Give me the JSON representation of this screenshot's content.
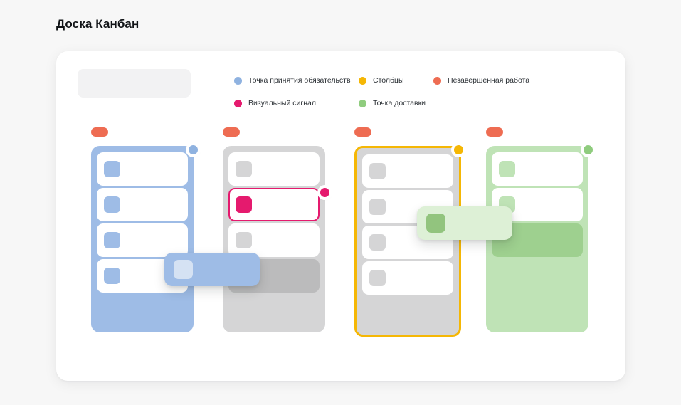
{
  "page": {
    "title": "Доска Канбан",
    "background": "#f7f7f7"
  },
  "panel": {
    "background": "#ffffff",
    "toolbar_placeholder": {
      "name": "toolbar-placeholder",
      "color": "#f2f2f3"
    }
  },
  "legend": {
    "rows": [
      [
        {
          "label": "Точка принятия обязательств",
          "color": "#8fb2e0"
        },
        {
          "label": "Столбцы",
          "color": "#f5b705"
        },
        {
          "label": "Незавершенная работа",
          "color": "#ee6c52"
        }
      ],
      [
        {
          "label": "Визуальный сигнал",
          "color": "#e51a6e"
        },
        {
          "label": "Точка доставки",
          "color": "#8fcc7e"
        }
      ]
    ]
  },
  "board": {
    "columns": [
      {
        "name": "column-commitment",
        "body_color": "#9ebce6",
        "badge_color": "#8fb2e0",
        "header_pill_color": "#ee6c52",
        "cards": [
          {
            "chip_color": "#9ebce6"
          },
          {
            "chip_color": "#9ebce6"
          },
          {
            "chip_color": "#9ebce6"
          },
          {
            "chip_color": "#9ebce6"
          }
        ]
      },
      {
        "name": "column-visual-signal",
        "body_color": "#d5d5d6",
        "badge_color": "#e51a6e",
        "header_pill_color": "#ee6c52",
        "cards": [
          {
            "chip_color": "#d5d5d6"
          },
          {
            "chip_color": "#e51a6e",
            "highlight": "#e51a6e"
          },
          {
            "chip_color": "#d5d5d6"
          }
        ],
        "block_color": "#bbbbbc"
      },
      {
        "name": "column-columns",
        "body_color": "#d5d5d6",
        "border_color": "#f5b705",
        "badge_color": "#f5b705",
        "header_pill_color": "#ee6c52",
        "cards": [
          {
            "chip_color": "#d5d5d6"
          },
          {
            "chip_color": "#d5d5d6"
          },
          {
            "chip_color": "#d5d5d6"
          },
          {
            "chip_color": "#d5d5d6"
          }
        ]
      },
      {
        "name": "column-delivery",
        "body_color": "#bfe3b6",
        "badge_color": "#8fcc7e",
        "header_pill_color": "#ee6c52",
        "cards": [
          {
            "chip_color": "#bfe3b6"
          },
          {
            "chip_color": "#bfe3b6"
          }
        ],
        "block_color": "#9ed08f"
      }
    ],
    "drag_cards": [
      {
        "name": "drag-card-blue",
        "card_color": "#9ebce6",
        "chip_color": "#d5e2f3"
      },
      {
        "name": "drag-card-green",
        "card_color": "#ddf0d6",
        "chip_color": "#92c47e"
      }
    ]
  }
}
